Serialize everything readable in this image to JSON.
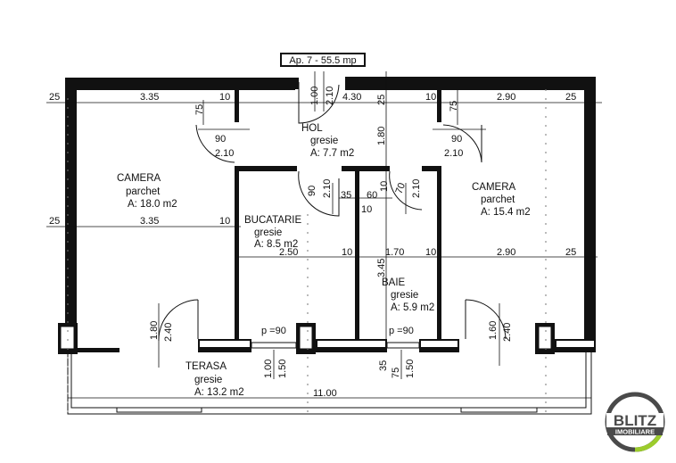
{
  "title": "Ap. 7 - 55.5 mp",
  "rooms": {
    "camera_left": {
      "name": "CAMERA",
      "floor": "parchet",
      "area": "A: 18.0 m2"
    },
    "hol": {
      "name": "HOL",
      "floor": "gresie",
      "area": "A: 7.7 m2"
    },
    "bucatarie": {
      "name": "BUCATARIE",
      "floor": "gresie",
      "area": "A: 8.5 m2"
    },
    "camera_right": {
      "name": "CAMERA",
      "floor": "parchet",
      "area": "A: 15.4 m2"
    },
    "baie": {
      "name": "BAIE",
      "floor": "gresie",
      "area": "A: 5.9 m2"
    },
    "terasa": {
      "name": "TERASA",
      "floor": "gresie",
      "area": "A: 13.2 m2"
    }
  },
  "dimensions": [
    "25",
    "3.35",
    "10",
    "75",
    "90",
    "2.10",
    "1.00",
    "2.10",
    "4.30",
    "25",
    "10",
    "75",
    "2.90",
    "25",
    "1.80",
    "90",
    "2.10",
    "90",
    "2.10",
    "35",
    "60",
    "10",
    "70",
    "2.10",
    "10",
    "25",
    "3.35",
    "10",
    "2.50",
    "10",
    "1.70",
    "10",
    "2.90",
    "25",
    "3.45",
    "1.80",
    "2.40",
    "p =90",
    "p =90",
    "1.60",
    "2.40",
    "1.00",
    "1.50",
    "35",
    "75",
    "1.50",
    "11.00"
  ],
  "logo": {
    "brand": "BLITZ",
    "sub": "IMOBILIARE",
    "colors": {
      "ring": "#4a4a4a",
      "accent": "#9ccc2c"
    }
  }
}
